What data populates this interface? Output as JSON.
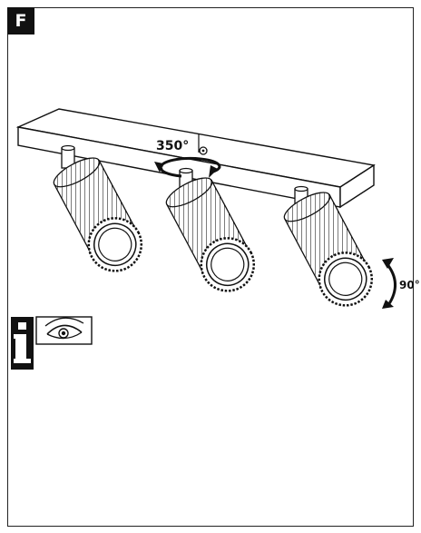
{
  "section_label": "F",
  "annotations": {
    "rotation_label": "350°",
    "tilt_label": "90°"
  },
  "icons": {
    "info": "info-i-icon",
    "eye": "eye-icon"
  },
  "colors": {
    "ink": "#111111",
    "background": "#ffffff"
  }
}
